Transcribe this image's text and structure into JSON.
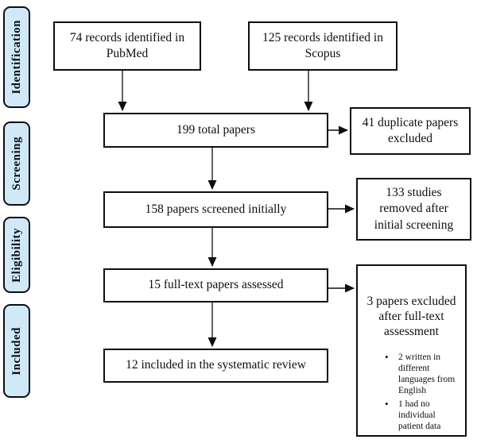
{
  "diagram_type": "prisma-flow",
  "stages": [
    {
      "label": "Identification"
    },
    {
      "label": "Screening"
    },
    {
      "label": "Eligibility"
    },
    {
      "label": "Included"
    }
  ],
  "boxes": {
    "pubmed": "74 records identified in PubMed",
    "scopus": "125 records identified in Scopus",
    "total": "199 total papers",
    "duplicates": "41 duplicate papers excluded",
    "screened": "158 papers screened initially",
    "removed": "133 studies removed after initial screening",
    "fulltext": "15 full-text papers assessed",
    "excluded_title": "3 papers excluded after full-text assessment",
    "excluded_bullets": [
      "2 written in different languages from English",
      "1 had no individual patient data"
    ],
    "included": "12 included in the systematic review"
  },
  "counts": {
    "pubmed_records": 74,
    "scopus_records": 125,
    "total_papers": 199,
    "duplicates_excluded": 41,
    "screened_initially": 158,
    "removed_after_screening": 133,
    "fulltext_assessed": 15,
    "excluded_fulltext": 3,
    "included_review": 12
  },
  "colors": {
    "stage_fill": "#cfe9f8",
    "box_border": "#0e0e0e",
    "arrow_line": "#3c3c3c",
    "arrow_head": "#0e0e0e",
    "background": "#ffffff"
  }
}
